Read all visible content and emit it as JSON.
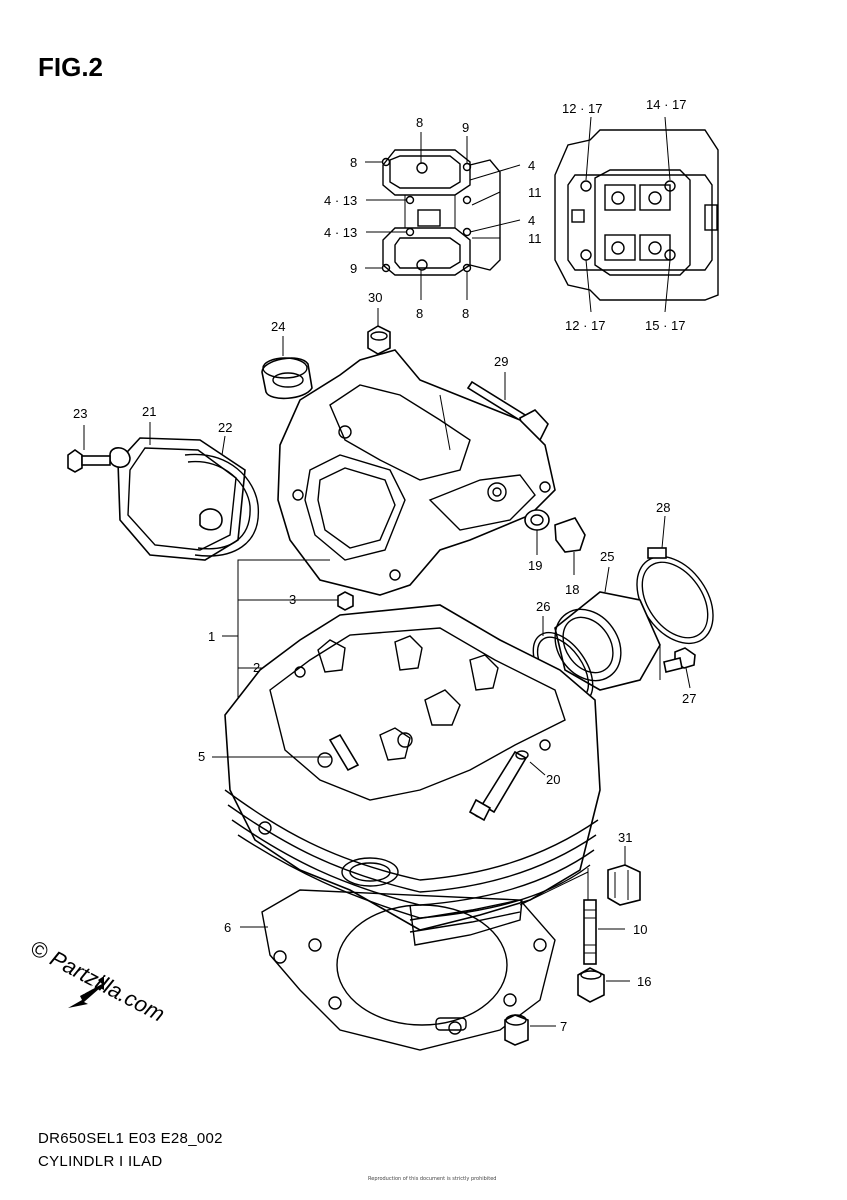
{
  "figure": {
    "title": "FIG.2",
    "model_code": "DR650SEL1 E03 E28_002",
    "section_name": "CYLINDLR I ILAD"
  },
  "watermark": {
    "text": "© Partzilla.com",
    "arrow_label": "FWD"
  },
  "fine_print": "Reproduction of this document is strictly prohibited",
  "callouts": {
    "c1": "1",
    "c2": "2",
    "c3": "3",
    "c5": "5",
    "c6": "6",
    "c7": "7",
    "c10": "10",
    "c16": "16",
    "c18": "18",
    "c19": "19",
    "c20": "20",
    "c21": "21",
    "c22": "22",
    "c23": "23",
    "c24": "24",
    "c25": "25",
    "c26": "26",
    "c27": "27",
    "c28": "28",
    "c29": "29",
    "c30": "30",
    "c31": "31"
  },
  "inset_left": {
    "top_8": "8",
    "top_9": "9",
    "left_8": "8",
    "r_4a": "4",
    "r_11a": "11",
    "r_4b": "4",
    "r_11b": "11",
    "l_413a": "4 · 13",
    "l_413b": "4 · 13",
    "l_9": "9",
    "bot_8a": "8",
    "bot_8b": "8"
  },
  "inset_right": {
    "tl": "12 · 17",
    "tr": "14 · 17",
    "bl": "12 · 17",
    "br": "15 · 17"
  }
}
